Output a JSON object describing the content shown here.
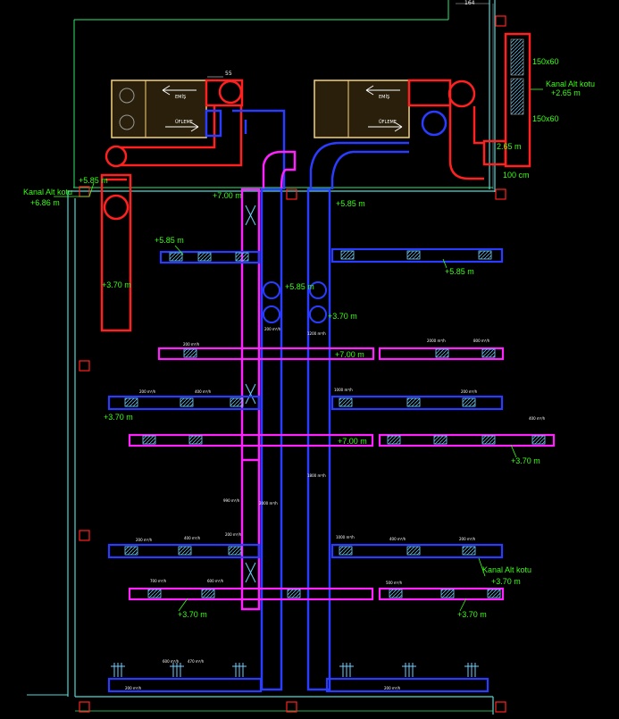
{
  "labels": {
    "kanal_alt_kotu_left": "Kanal Alt kotu",
    "kanal_alt_kotu_left_val": "+6.86 m",
    "kanal_alt_kotu_right": "Kanal Alt kotu",
    "kanal_alt_kotu_right_val": "+2.65 m",
    "kanal_alt_kotu_bottom": "Kanal Alt kotu",
    "kanal_alt_kotu_bottom_val": "+3.70 m",
    "duct_150x60_a": "150x60",
    "duct_150x60_b": "150x60",
    "lvl_2_65": "2.65 m",
    "lvl_100cm": "100 cm",
    "lvl_5_85_tl": "+5.85 m",
    "lvl_7_00_a": "+7.00 m",
    "lvl_5_85_a": "+5.85 m",
    "lvl_5_85_b": "+5.85 m",
    "lvl_5_85_c": "+5.85 m",
    "lvl_5_85_d": "+5.85 m",
    "lvl_3_70_a": "+3.70 m",
    "lvl_3_70_b": "+3.70 m",
    "lvl_7_00_b": "+7.00 m",
    "lvl_3_70_c": "+3.70 m",
    "lvl_7_00_c": "+7.00 m",
    "lvl_3_70_d": "+3.70 m",
    "lvl_3_70_e": "+3.70 m",
    "lvl_3_70_f": "+3.70 m",
    "lvl_3_70_g": "+3.70 m",
    "dim_55": "55",
    "dim_164": "164",
    "unit_txt_1": "EMİŞ",
    "unit_txt_2": "ÜFLEME",
    "unit_txt_3": "EMİŞ",
    "unit_txt_4": "ÜFLEME"
  }
}
